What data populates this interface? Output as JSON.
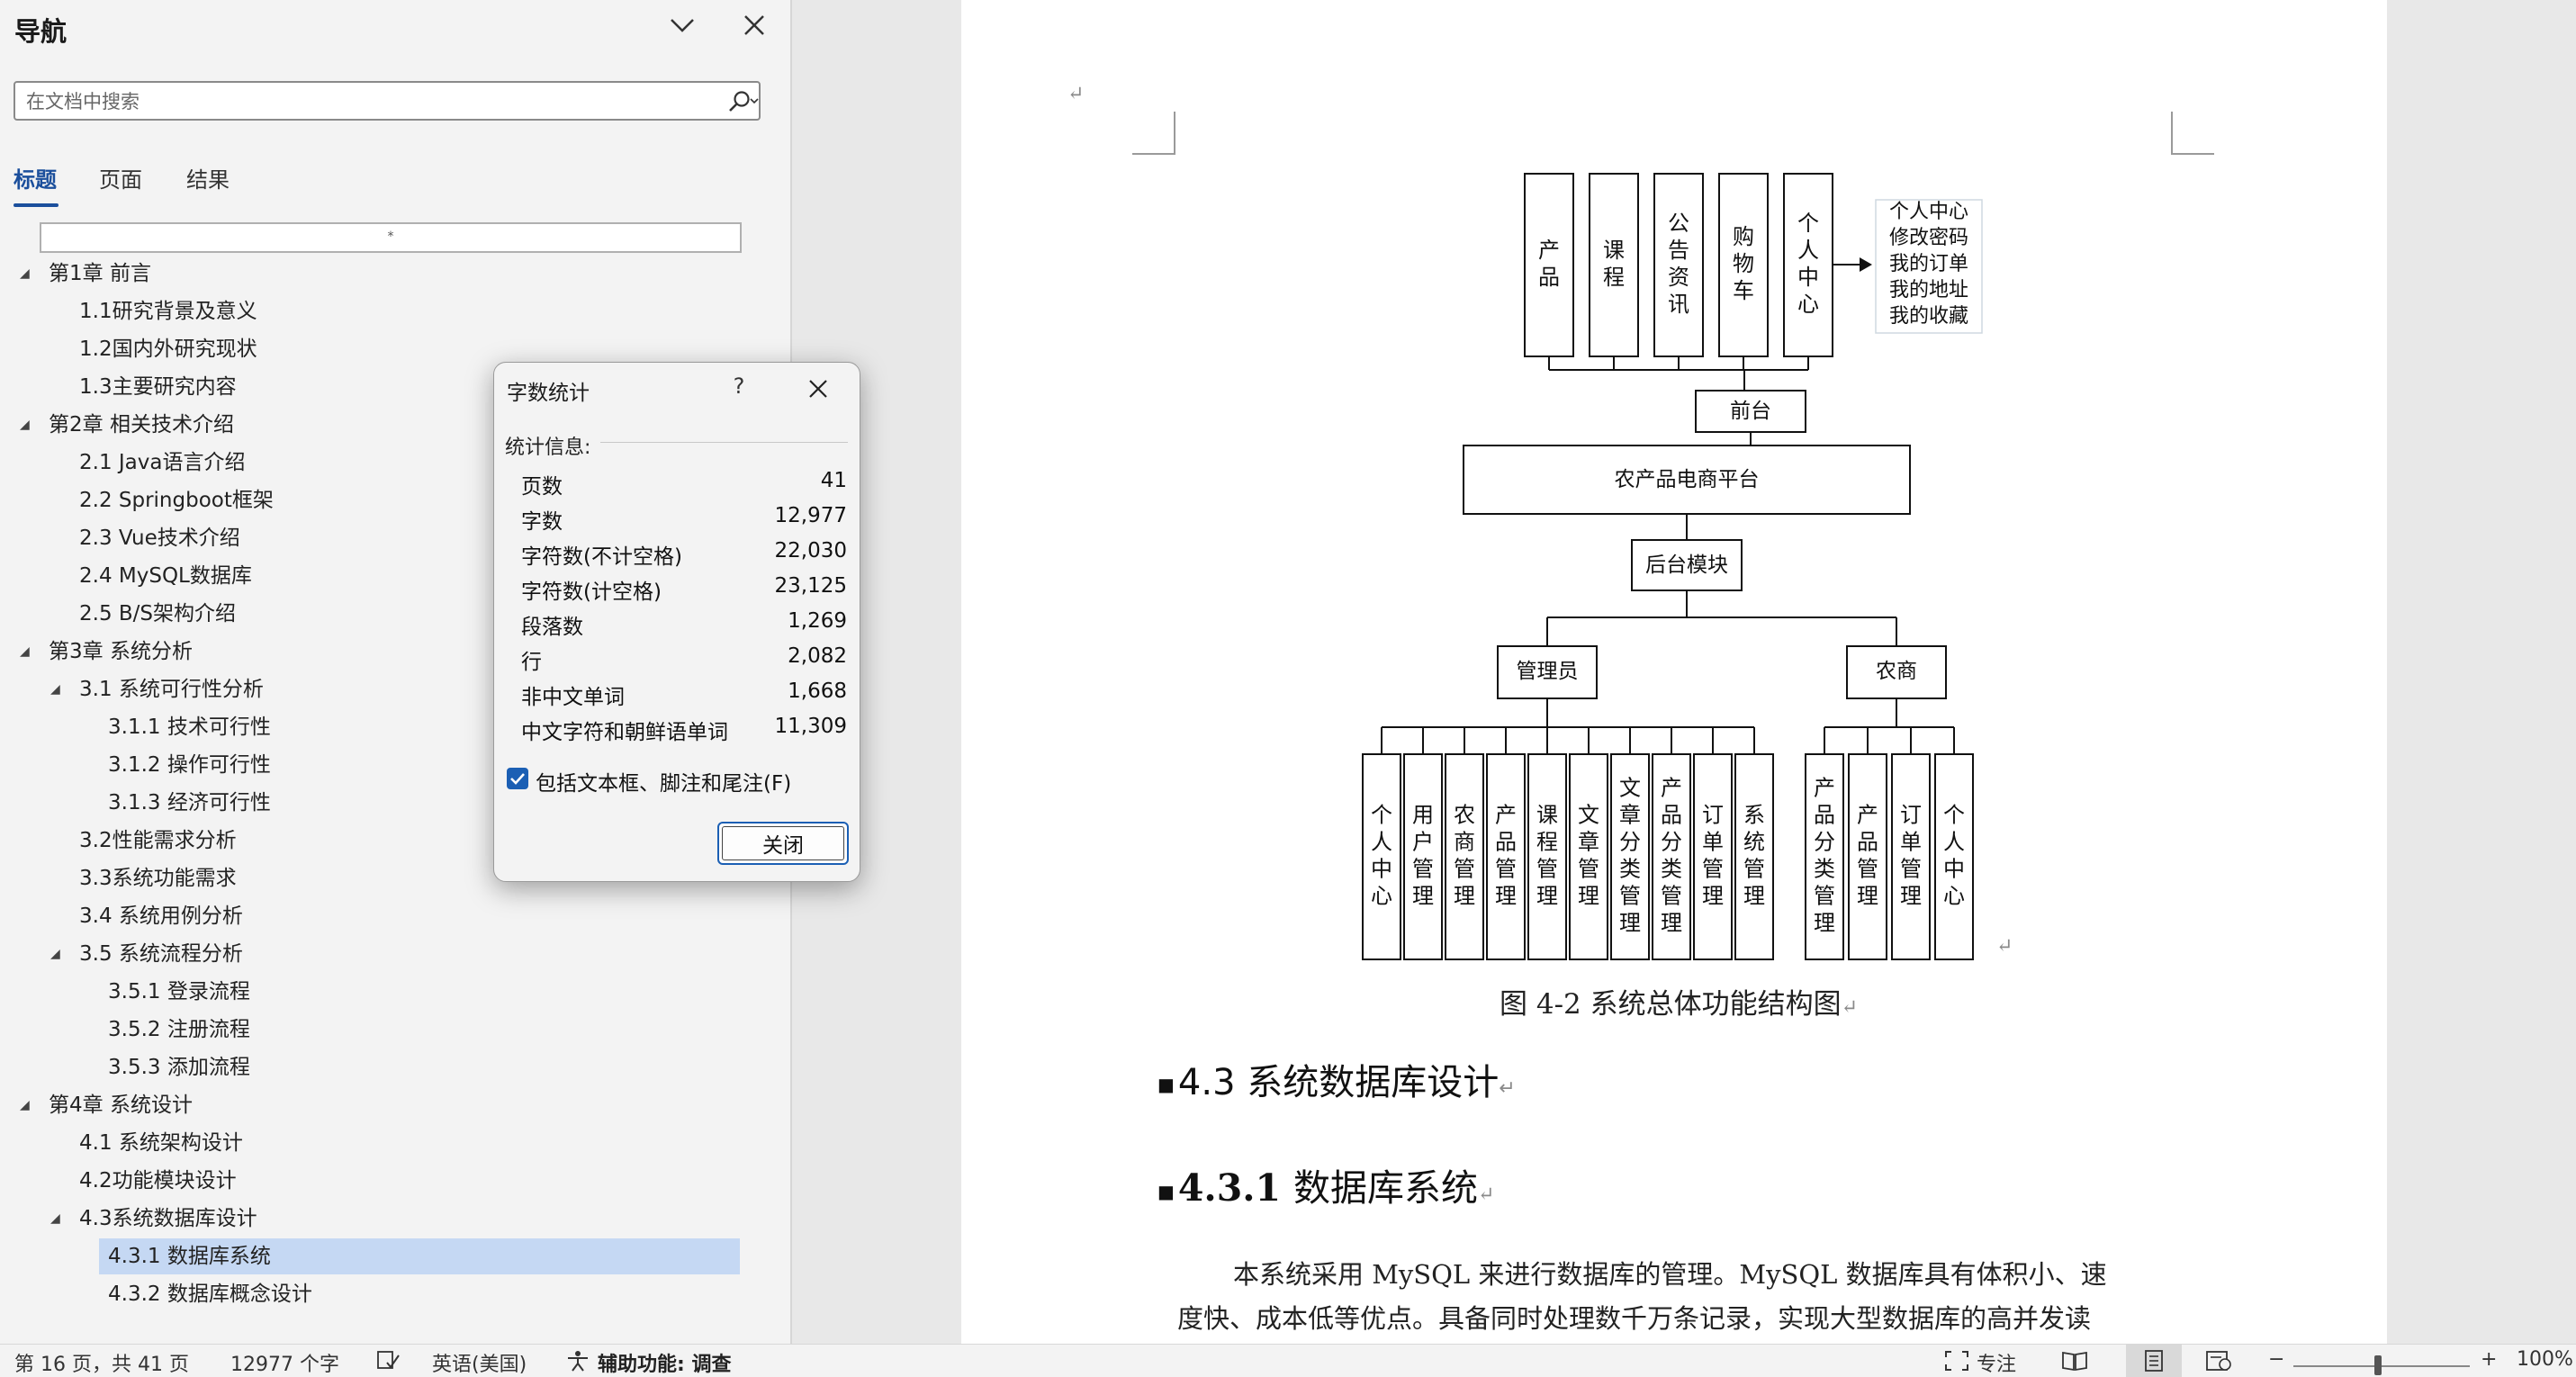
{
  "nav": {
    "title": "导航",
    "search_placeholder": "在文档中搜索",
    "tabs": [
      "标题",
      "页面",
      "结果"
    ],
    "top_marker": "*",
    "tree": [
      {
        "label": "第1章 前言",
        "level": 1,
        "expanded": true
      },
      {
        "label": "1.1研究背景及意义",
        "level": 2
      },
      {
        "label": "1.2国内外研究现状",
        "level": 2
      },
      {
        "label": "1.3主要研究内容",
        "level": 2
      },
      {
        "label": "第2章 相关技术介绍",
        "level": 1,
        "expanded": true
      },
      {
        "label": "2.1 Java语言介绍",
        "level": 2
      },
      {
        "label": "2.2 Springboot框架",
        "level": 2
      },
      {
        "label": "2.3 Vue技术介绍",
        "level": 2
      },
      {
        "label": "2.4 MySQL数据库",
        "level": 2
      },
      {
        "label": "2.5 B/S架构介绍",
        "level": 2
      },
      {
        "label": "第3章 系统分析",
        "level": 1,
        "expanded": true
      },
      {
        "label": "3.1 系统可行性分析",
        "level": 2,
        "expanded": true
      },
      {
        "label": "3.1.1 技术可行性",
        "level": 3
      },
      {
        "label": "3.1.2 操作可行性",
        "level": 3
      },
      {
        "label": "3.1.3 经济可行性",
        "level": 3
      },
      {
        "label": "3.2性能需求分析",
        "level": 2
      },
      {
        "label": "3.3系统功能需求",
        "level": 2
      },
      {
        "label": "3.4 系统用例分析",
        "level": 2
      },
      {
        "label": "3.5 系统流程分析",
        "level": 2,
        "expanded": true
      },
      {
        "label": "3.5.1 登录流程",
        "level": 3
      },
      {
        "label": "3.5.2 注册流程",
        "level": 3
      },
      {
        "label": "3.5.3 添加流程",
        "level": 3
      },
      {
        "label": "第4章 系统设计",
        "level": 1,
        "expanded": true
      },
      {
        "label": "4.1 系统架构设计",
        "level": 2
      },
      {
        "label": "4.2功能模块设计",
        "level": 2
      },
      {
        "label": "4.3系统数据库设计",
        "level": 2,
        "expanded": true
      },
      {
        "label": "4.3.1 数据库系统",
        "level": 3,
        "selected": true
      },
      {
        "label": "4.3.2 数据库概念设计",
        "level": 3
      }
    ]
  },
  "dialog": {
    "title": "字数统计",
    "help": "?",
    "stats_header": "统计信息:",
    "stats": [
      {
        "label": "页数",
        "value": "41"
      },
      {
        "label": "字数",
        "value": "12,977"
      },
      {
        "label": "字符数(不计空格)",
        "value": "22,030"
      },
      {
        "label": "字符数(计空格)",
        "value": "23,125"
      },
      {
        "label": "段落数",
        "value": "1,269"
      },
      {
        "label": "行",
        "value": "2,082"
      },
      {
        "label": "非中文单词",
        "value": "1,668"
      },
      {
        "label": "中文字符和朝鲜语单词",
        "value": "11,309"
      }
    ],
    "checkbox_label": "包括文本框、脚注和尾注(F)",
    "checkbox_checked": true,
    "close_label": "关闭"
  },
  "document": {
    "diagram": {
      "top_modules": [
        "产品",
        "课程",
        "公告资讯",
        "购物车",
        "个人中心"
      ],
      "personal_center_items": [
        "个人中心",
        "修改密码",
        "我的订单",
        "我的地址",
        "我的收藏"
      ],
      "frontend": "前台",
      "platform": "农产品电商平台",
      "backend": "后台模块",
      "roles": [
        "管理员",
        "农商"
      ],
      "admin_modules": [
        "个人中心",
        "用户管理",
        "农商管理",
        "产品管理",
        "课程管理",
        "文章管理",
        "文章分类管理",
        "产品分类管理",
        "订单管理",
        "系统管理"
      ],
      "farmer_modules": [
        "产品分类管理",
        "产品管理",
        "订单管理",
        "个人中心"
      ]
    },
    "caption": "图 4-2  系统总体功能结构图",
    "heading_43": "4.3 系统数据库设计",
    "heading_431_num": "4.3.1",
    "heading_431_text": "数据库系统",
    "body_line1": "本系统采用 MySQL 来进行数据库的管理。MySQL 数据库具有体积小、速",
    "body_line2": "度快、成本低等优点。具备同时处理数千万条记录，实现大型数据库的高并发读",
    "para_mark": "↵"
  },
  "statusbar": {
    "page": "第 16 页，共 41 页",
    "words": "12977 个字",
    "language": "英语(美国)",
    "accessibility": "辅助功能: 调查",
    "focus": "专注",
    "zoom": "100%",
    "zoom_minus": "−",
    "zoom_plus": "+"
  },
  "colors": {
    "accent": "#1b4f9c",
    "selection": "#c5d8f3",
    "checkbox": "#1b5fb4"
  }
}
